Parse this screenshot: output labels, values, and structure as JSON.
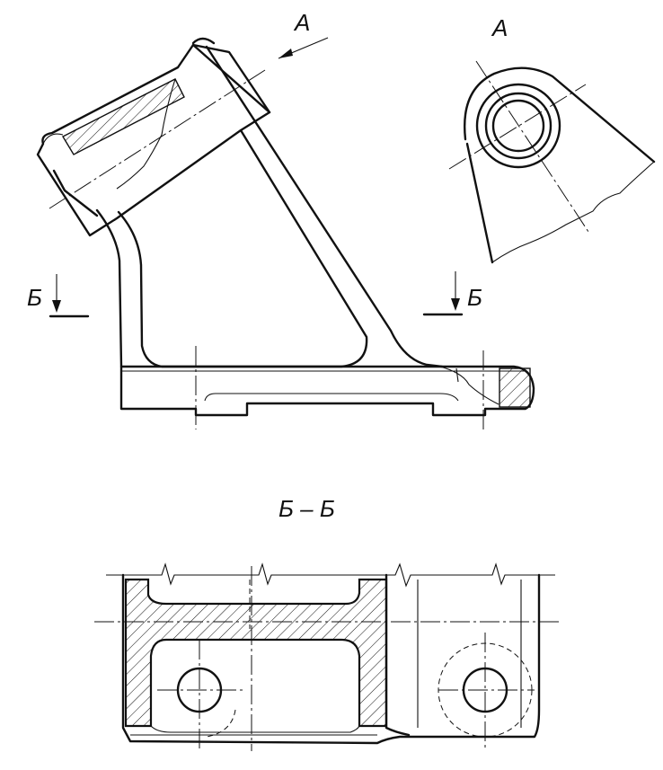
{
  "labels": {
    "view_arrow": "A",
    "view_title": "A",
    "cut_left": "Б",
    "cut_right": "Б",
    "section_title": "Б – Б"
  },
  "colors": {
    "ink": "#111111",
    "paper": "#ffffff"
  }
}
